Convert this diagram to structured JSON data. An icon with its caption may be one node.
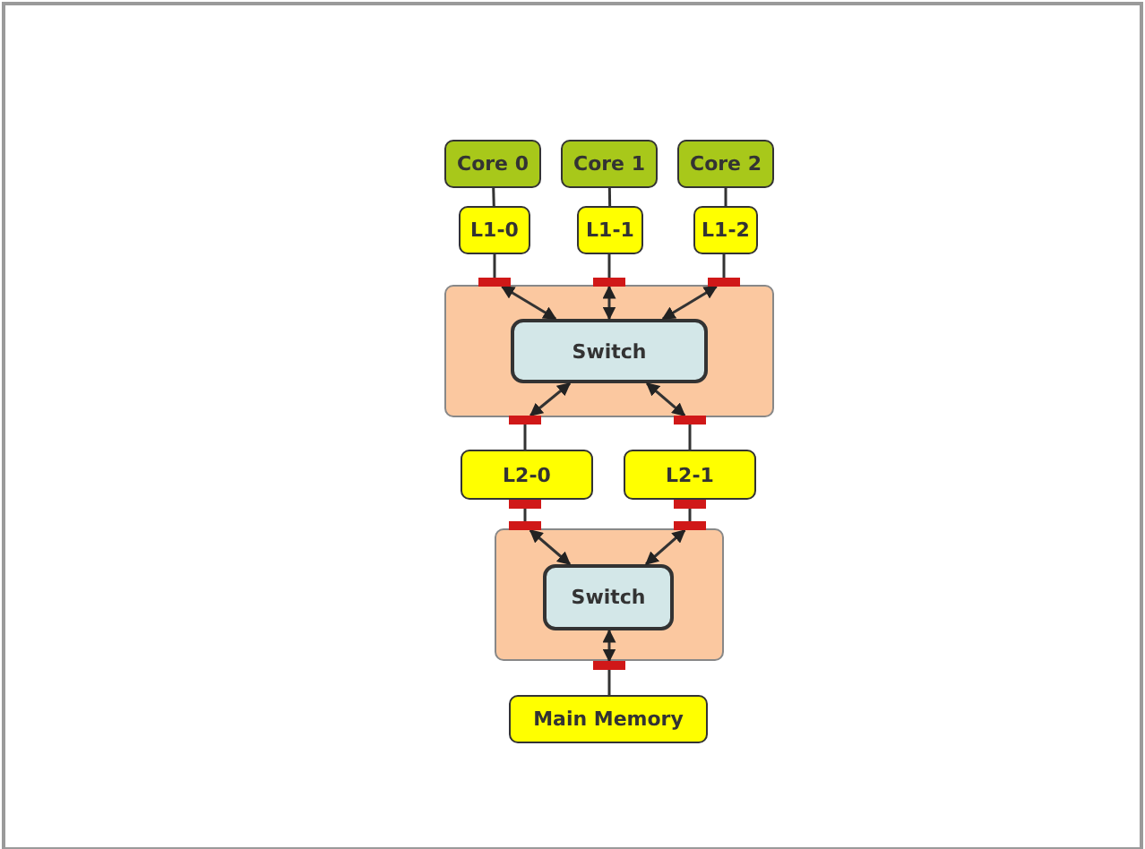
{
  "diagram": {
    "nodes": [
      {
        "text": [
          "Core 0"
        ]
      },
      {
        "text": [
          "Core 1"
        ]
      },
      {
        "text": [
          "Core 2"
        ]
      },
      {
        "text": [
          "L1-0"
        ]
      },
      {
        "text": [
          "L1-1"
        ]
      },
      {
        "text": [
          "L1-2"
        ]
      },
      {
        "text": [],
        "shape": "bar"
      },
      {
        "text": [],
        "shape": "bar"
      },
      {
        "text": [],
        "shape": "bar"
      },
      {
        "text": [],
        "shape": "box"
      },
      {
        "text": [
          "Switch"
        ],
        "in": 9
      },
      {
        "text": [],
        "shape": "bar"
      },
      {
        "text": [],
        "shape": "bar"
      },
      {
        "text": [
          "L2-0"
        ]
      },
      {
        "text": [
          "L2-1"
        ]
      },
      {
        "text": [],
        "shape": "bar"
      },
      {
        "text": [],
        "shape": "bar"
      },
      {
        "text": [],
        "shape": "bar"
      },
      {
        "text": [],
        "shape": "bar"
      },
      {
        "text": [],
        "shape": "box"
      },
      {
        "text": [
          "Switch"
        ],
        "in": 19
      },
      {
        "text": [],
        "shape": "bar"
      },
      {
        "text": [
          "Main Memory"
        ]
      }
    ],
    "edges": [
      {
        "from": 0,
        "to": 3,
        "arrow": "none"
      },
      {
        "from": 1,
        "to": 4,
        "arrow": "none"
      },
      {
        "from": 2,
        "to": 5,
        "arrow": "none"
      },
      {
        "from": 3,
        "to": 6,
        "arrow": "none"
      },
      {
        "from": 4,
        "to": 7,
        "arrow": "none"
      },
      {
        "from": 5,
        "to": 8,
        "arrow": "none"
      },
      {
        "from": 6,
        "to": 10,
        "arrow": "both"
      },
      {
        "from": 7,
        "to": 10,
        "arrow": "both"
      },
      {
        "from": 8,
        "to": 10,
        "arrow": "both"
      },
      {
        "from": 10,
        "to": 11,
        "arrow": "both"
      },
      {
        "from": 10,
        "to": 12,
        "arrow": "both"
      },
      {
        "from": 11,
        "to": 13,
        "arrow": "none"
      },
      {
        "from": 12,
        "to": 14,
        "arrow": "none"
      },
      {
        "from": 15,
        "to": 17,
        "arrow": "none"
      },
      {
        "from": 16,
        "to": 18,
        "arrow": "none"
      },
      {
        "from": 17,
        "to": 20,
        "arrow": "both"
      },
      {
        "from": 18,
        "to": 20,
        "arrow": "both"
      },
      {
        "from": 20,
        "to": 21,
        "arrow": "both"
      },
      {
        "from": 21,
        "to": 22,
        "arrow": "none"
      }
    ]
  }
}
